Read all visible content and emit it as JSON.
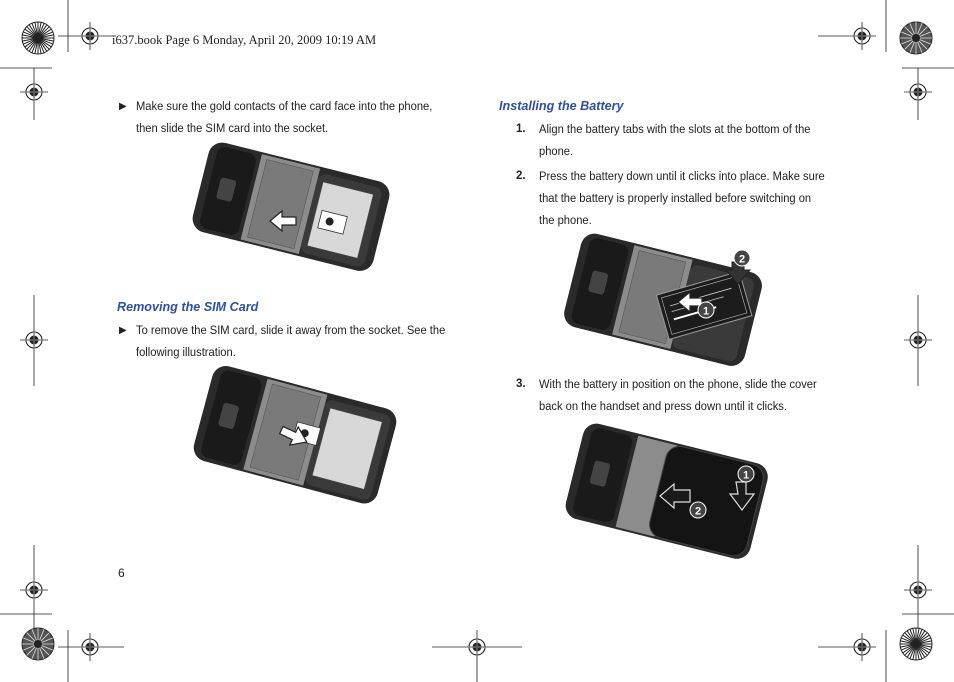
{
  "header": {
    "line": "i637.book  Page 6  Monday, April 20, 2009  10:19 AM"
  },
  "left": {
    "bullet_glyph": "▶",
    "bullet1": {
      "line1": "Make sure the gold contacts of the card face into the phone,",
      "line2": "then slide the SIM card into the socket."
    },
    "removing_heading": "Removing the SIM Card",
    "bullet2": {
      "line1": "To remove the SIM card, slide it away from the socket. See the",
      "line2": "following illustration."
    }
  },
  "right": {
    "installing_heading": "Installing the Battery",
    "steps": [
      {
        "num": "1.",
        "lines": [
          "Align the battery tabs with the slots at the bottom of the",
          "phone."
        ]
      },
      {
        "num": "2.",
        "lines": [
          "Press the battery down until it clicks into place. Make sure",
          "that the battery is properly installed before switching on",
          "the phone."
        ]
      },
      {
        "num": "3.",
        "lines": [
          "With the battery in position on the phone, slide the cover",
          "back on the handset and press down until it clicks."
        ]
      }
    ],
    "callouts": {
      "battery_push": "2",
      "battery_align": "1",
      "cover_press": "1",
      "cover_slide": "2"
    }
  },
  "page_number": "6",
  "colors": {
    "heading": "#2f4fa0",
    "phone_body": "#2a2a2a",
    "phone_band": "#8c8c8c"
  },
  "icons": [
    "registration-mark-icon",
    "sunburst-target-icon",
    "arrow-icon",
    "callout-circle-icon"
  ]
}
